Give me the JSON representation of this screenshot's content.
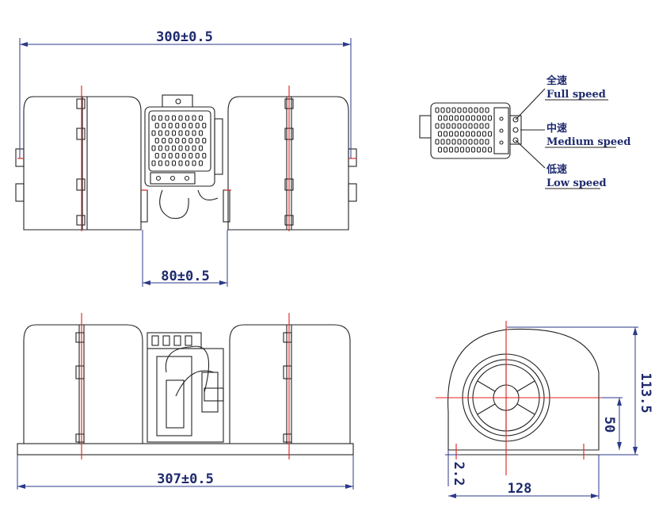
{
  "dimensions": {
    "top_width": "300±0.5",
    "gap_width": "80±0.5",
    "bottom_width": "307±0.5",
    "side_height": "113.5",
    "side_inner_height": "50",
    "side_base": "2.2",
    "side_width": "128"
  },
  "legend": {
    "full": {
      "cn": "全速",
      "en": "Full speed"
    },
    "medium": {
      "cn": "中速",
      "en": "Medium speed"
    },
    "low": {
      "cn": "低速",
      "en": "Low speed"
    }
  },
  "colors": {
    "dimension": "#1e2a6e",
    "centerline": "#e0201c",
    "outline": "#222222"
  }
}
